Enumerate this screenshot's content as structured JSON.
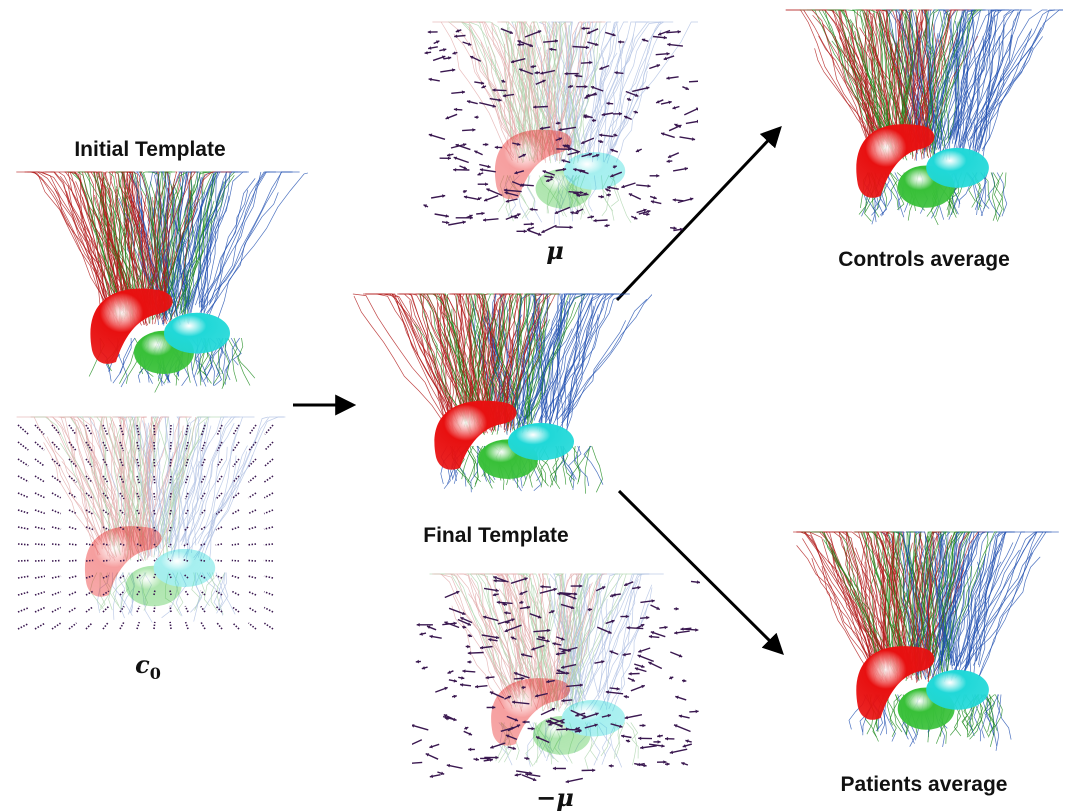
{
  "labels": {
    "initial_template": "Initial Template",
    "final_template": "Final Template",
    "controls_average": "Controls average",
    "patients_average": "Patients average",
    "mu": "μ",
    "neg_mu": "−μ",
    "c0_base": "c",
    "c0_sub": "0"
  },
  "colors": {
    "fiber_red": "#b01818",
    "fiber_green": "#1a8a1a",
    "fiber_blue": "#1f4fb0",
    "surface_red": "#e81010",
    "surface_cyan": "#20d8d8",
    "surface_green": "#38c038",
    "arrow": "#3a1850",
    "background": "#ffffff"
  }
}
